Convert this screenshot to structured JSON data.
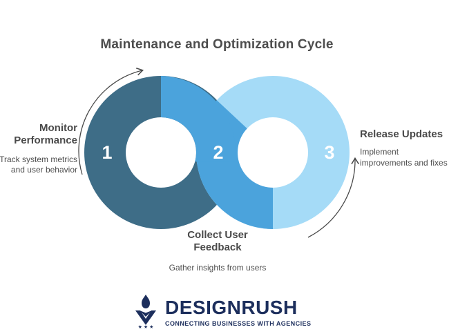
{
  "title": "Maintenance and Optimization Cycle",
  "steps": [
    {
      "number": "1",
      "title": "Monitor\nPerformance",
      "description": "Track system metrics\nand user behavior"
    },
    {
      "number": "2",
      "title": "Collect User\nFeedback",
      "description": "Gather insights from users"
    },
    {
      "number": "3",
      "title": "Release Updates",
      "description": "Implement\nimprovements and fixes"
    }
  ],
  "diagram": {
    "type": "infinity-loop-cycle",
    "icons": [
      "curved-arrow-clockwise-top-left",
      "curved-arrow-upward-bottom-right"
    ]
  },
  "colors": {
    "dark_teal": "#3E6D87",
    "medium_blue": "#4BA3DC",
    "light_blue": "#A5DBF7",
    "heading_gray": "#4D4D4D",
    "body_gray": "#4F4F4F",
    "navy": "#1C2E5C",
    "arrow_gray": "#4A4A4A",
    "number_color": "#FFFFFF"
  },
  "logo": {
    "brand": "DESIGNRUSH",
    "tagline": "CONNECTING BUSINESSES WITH AGENCIES",
    "emblem_stars": "★ ★ ★"
  }
}
